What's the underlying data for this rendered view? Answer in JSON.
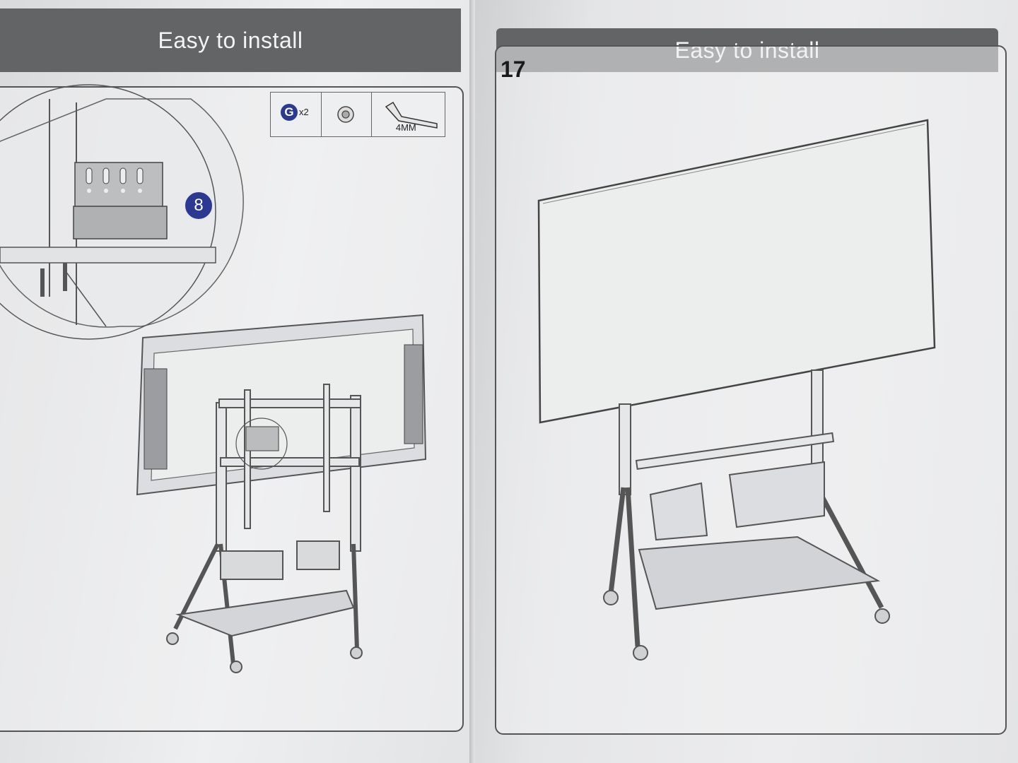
{
  "left_page": {
    "header": "Easy to install",
    "tools": {
      "hardware_letter": "G",
      "hardware_qty": "x2",
      "wrench_size": "4MM"
    },
    "callout_number": "8"
  },
  "right_page": {
    "header": "Easy to install",
    "step_number": "17"
  }
}
